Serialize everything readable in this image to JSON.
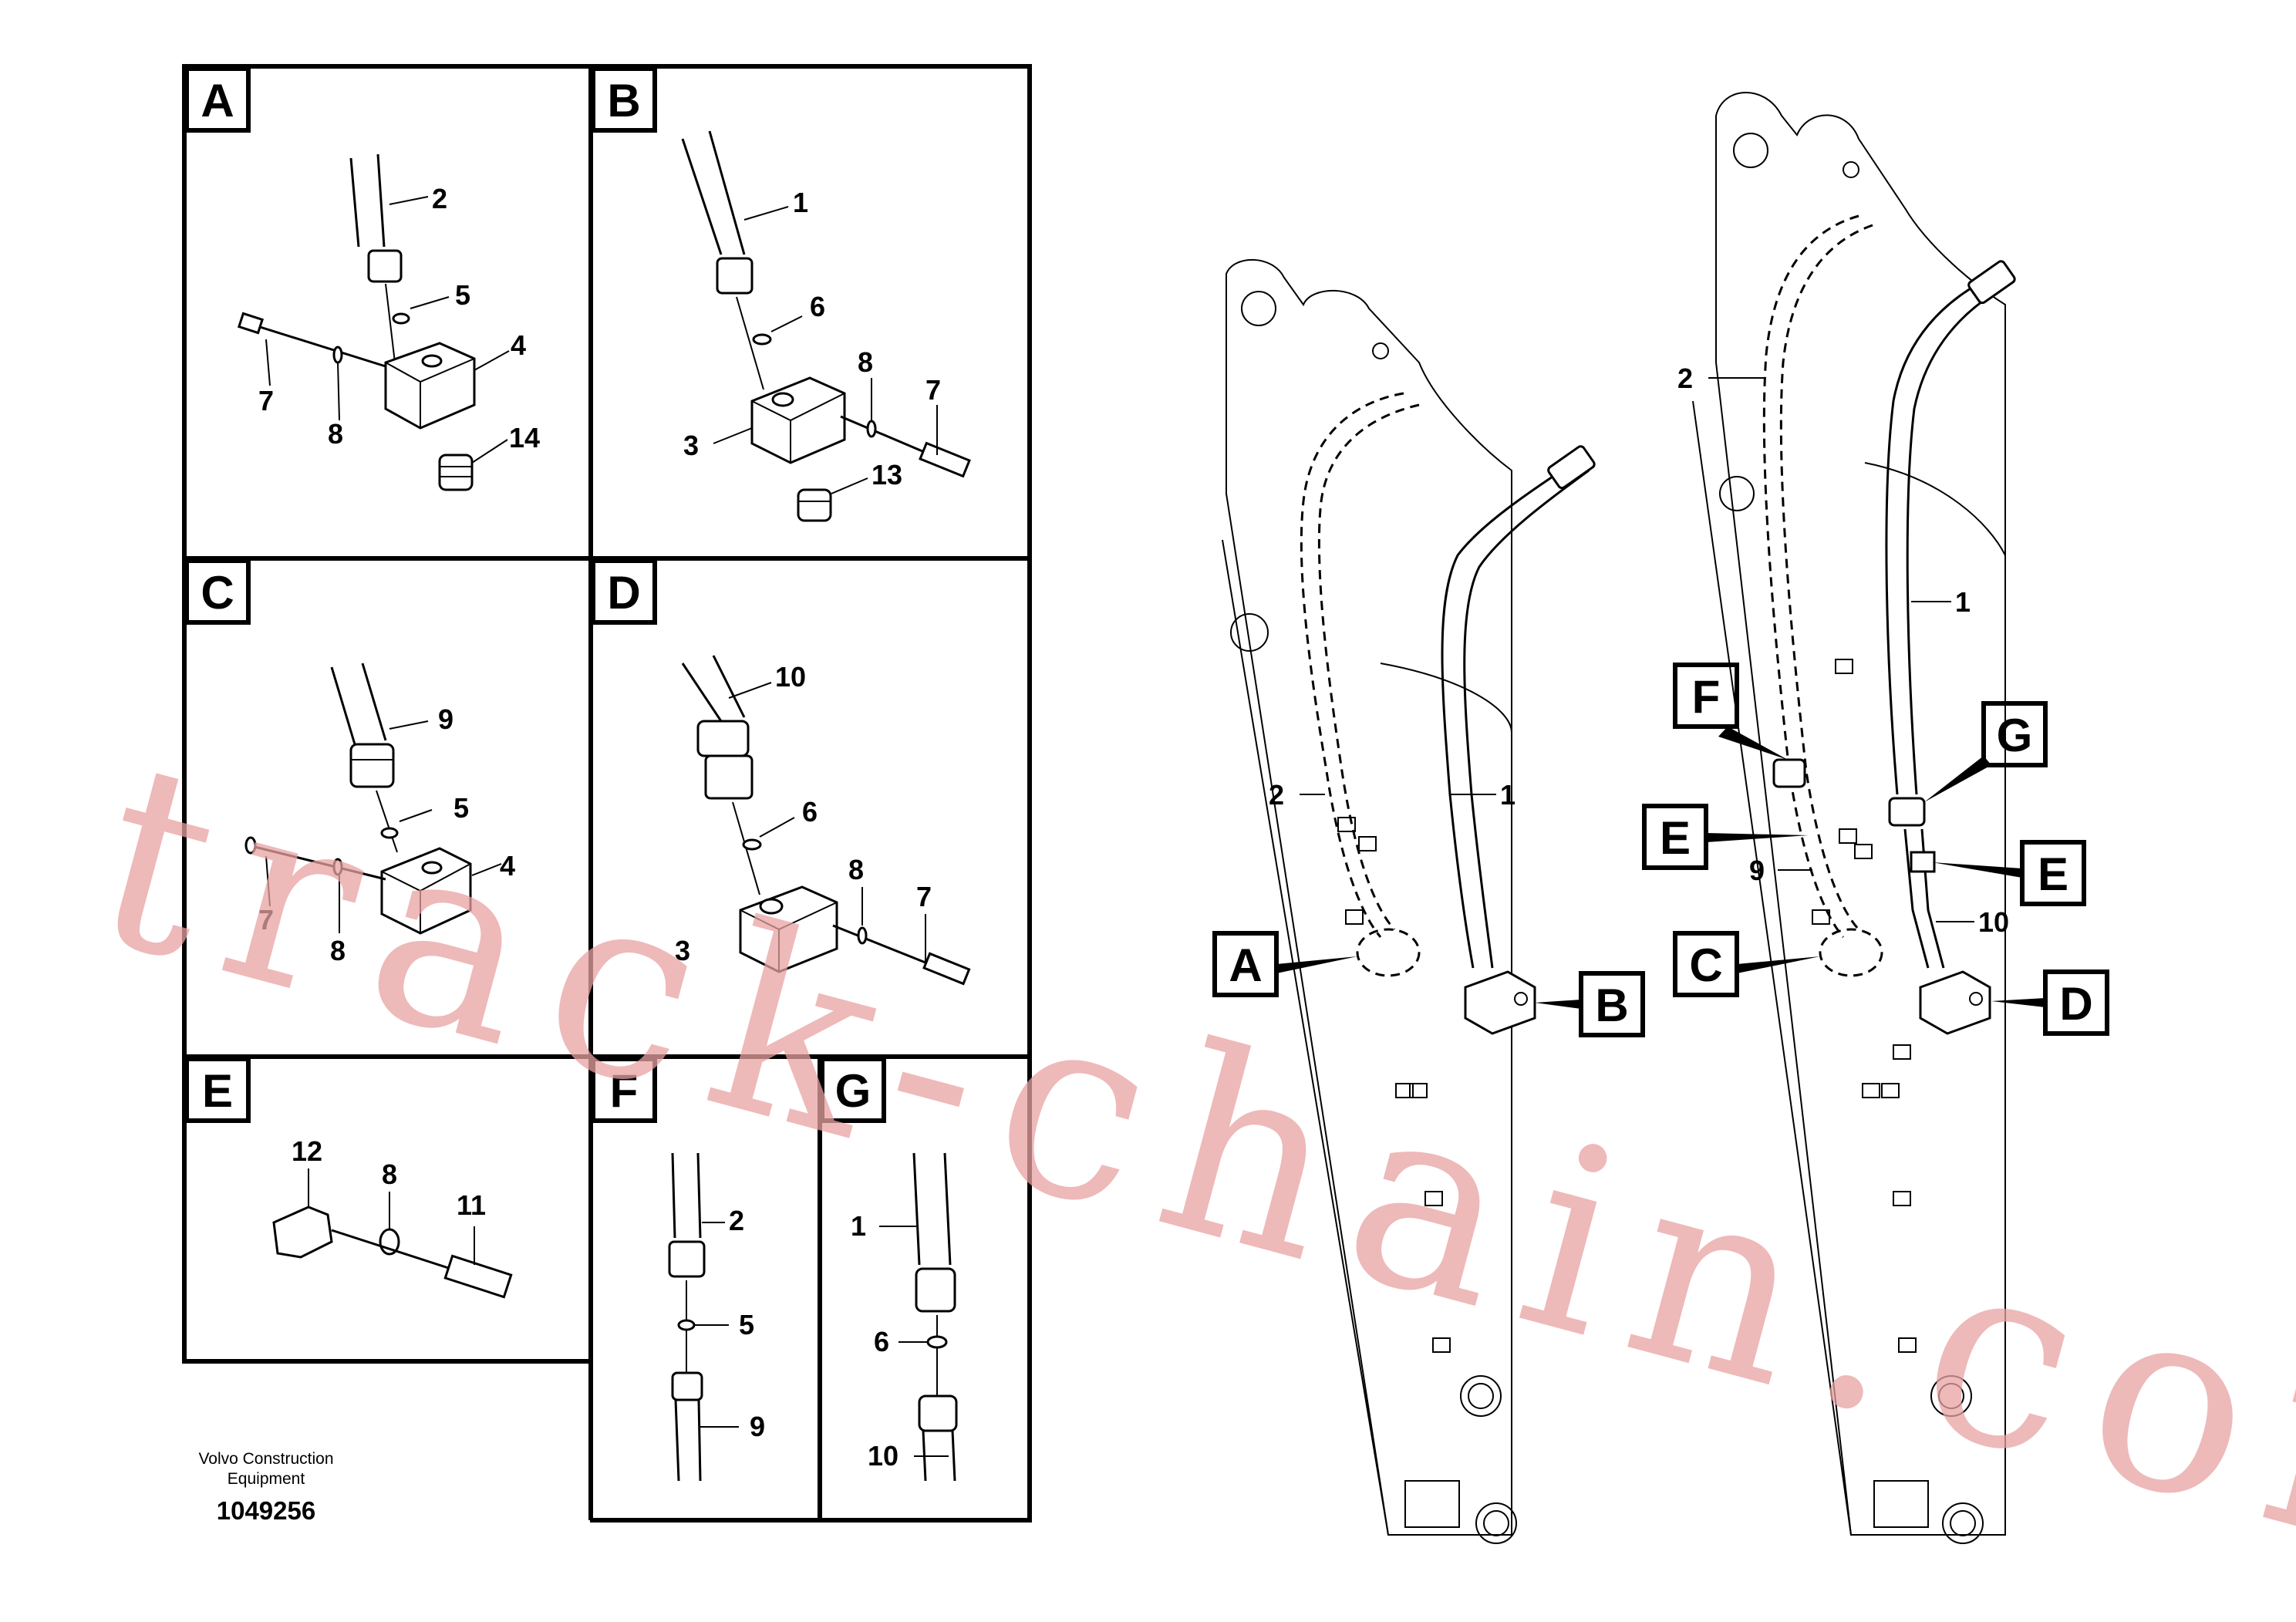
{
  "panels": {
    "A": {
      "label": "A",
      "nums": [
        "2",
        "5",
        "4",
        "7",
        "8",
        "14"
      ]
    },
    "B": {
      "label": "B",
      "nums": [
        "1",
        "6",
        "8",
        "7",
        "3",
        "13"
      ]
    },
    "C": {
      "label": "C",
      "nums": [
        "9",
        "5",
        "7",
        "8",
        "4"
      ]
    },
    "D": {
      "label": "D",
      "nums": [
        "10",
        "6",
        "8",
        "7",
        "3"
      ]
    },
    "E": {
      "label": "E",
      "nums": [
        "12",
        "8",
        "11"
      ]
    },
    "F": {
      "label": "F",
      "nums": [
        "2",
        "5",
        "9"
      ]
    },
    "G": {
      "label": "G",
      "nums": [
        "1",
        "6",
        "10"
      ]
    }
  },
  "caption": {
    "line1": "Volvo Construction",
    "line2": "Equipment",
    "doc_number": "1049256"
  },
  "boom_left": {
    "callouts": [
      "A",
      "B"
    ],
    "nums": [
      "2",
      "1"
    ]
  },
  "boom_right": {
    "callouts": [
      "F",
      "G",
      "E",
      "E",
      "C",
      "D"
    ],
    "nums": [
      "2",
      "1",
      "9",
      "10"
    ]
  },
  "watermark": "track-chain.com",
  "colors": {
    "line": "#000000",
    "watermark": "#e8a2a2",
    "background": "#ffffff"
  }
}
